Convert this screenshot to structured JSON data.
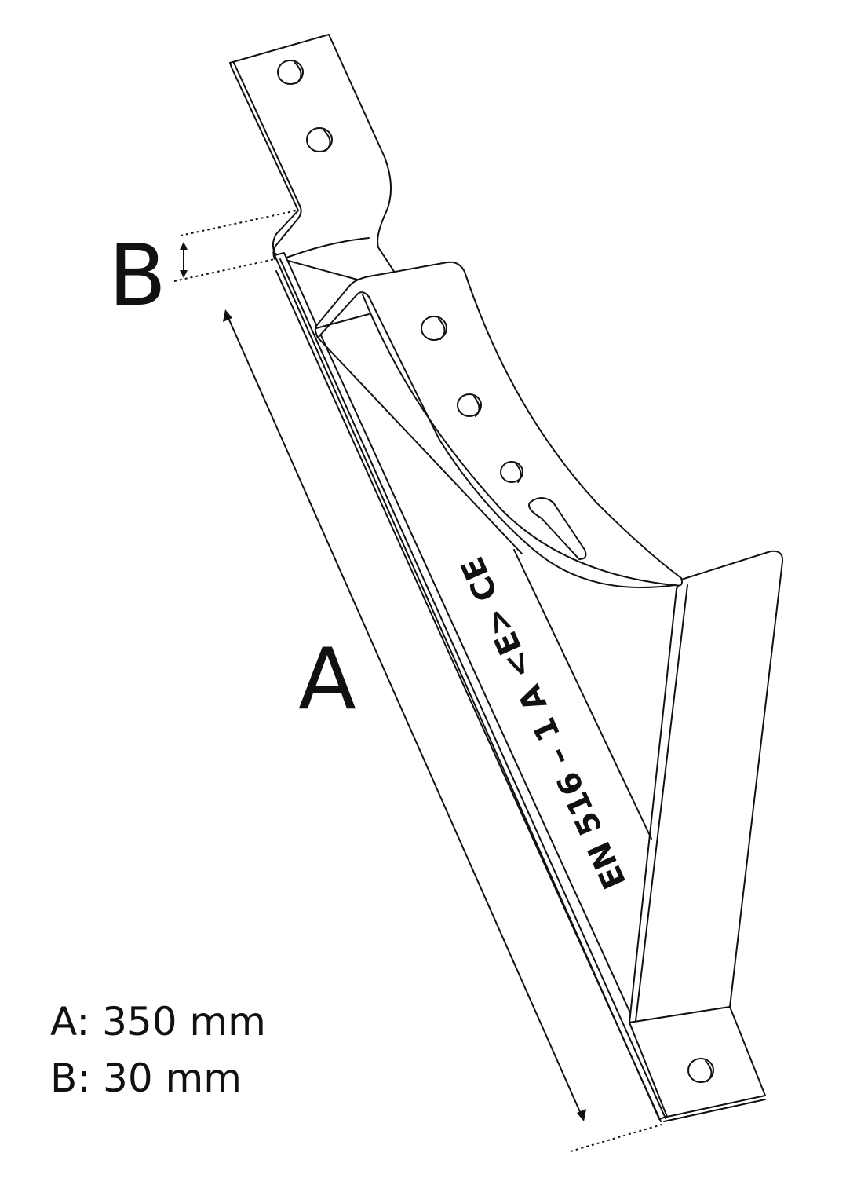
{
  "labels": {
    "dimension_a": "A",
    "dimension_b": "B",
    "marking": "EN 516 – 1 A <E> CE"
  },
  "specs": [
    {
      "label": "A: 350 mm"
    },
    {
      "label": "B: 30 mm"
    }
  ],
  "colors": {
    "line": "#111111",
    "background": "#ffffff"
  }
}
